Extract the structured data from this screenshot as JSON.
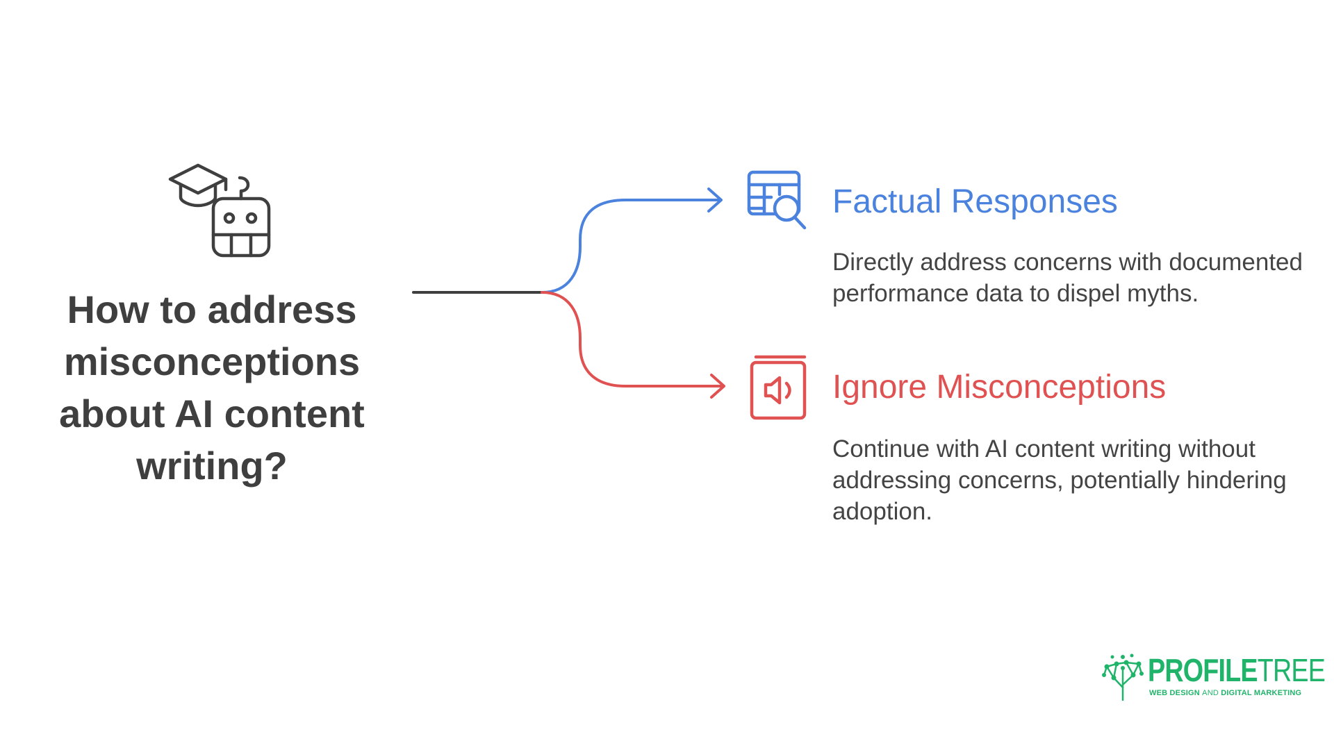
{
  "question": "How to address misconceptions about AI content writing?",
  "branches": [
    {
      "title": "Factual Responses",
      "description": "Directly address concerns with documented performance data to dispel myths.",
      "icon": "table-search-icon",
      "color": "#4a82de"
    },
    {
      "title": "Ignore Misconceptions",
      "description": "Continue with AI content writing without addressing concerns, potentially hindering adoption.",
      "icon": "book-speaker-icon",
      "color": "#e05252"
    }
  ],
  "hero_icon": "graduate-robot-icon",
  "trunk_color": "#3f3f3f",
  "logo": {
    "name_bold": "PROFILE",
    "name_regular": "TREE",
    "tagline_bold": "WEB DESIGN",
    "tagline_small": "AND",
    "tagline_end": "DIGITAL MARKETING",
    "color": "#1fb46a"
  }
}
